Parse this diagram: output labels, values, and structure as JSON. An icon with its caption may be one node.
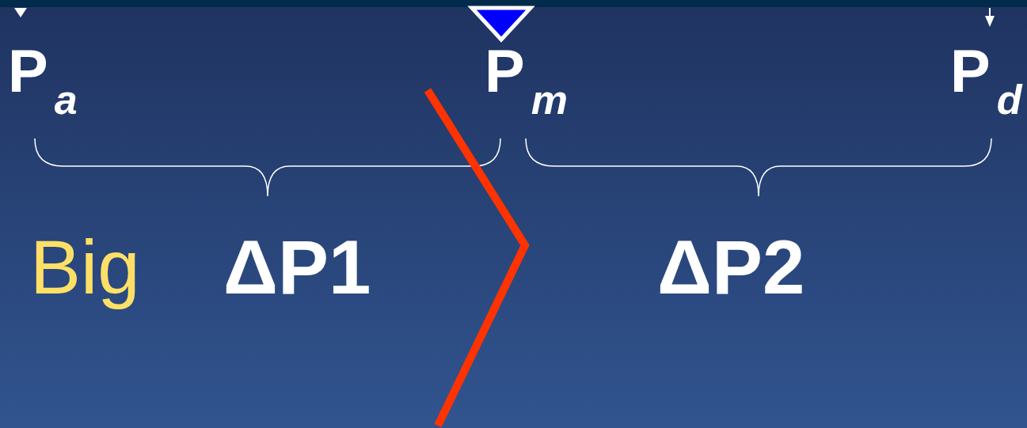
{
  "diagram": {
    "labels": [
      "P$_{a}$",
      "P$_{m}$",
      "P$_{d}$",
      "Big",
      "ΔP1",
      "ΔP2"
    ]
  }
}
